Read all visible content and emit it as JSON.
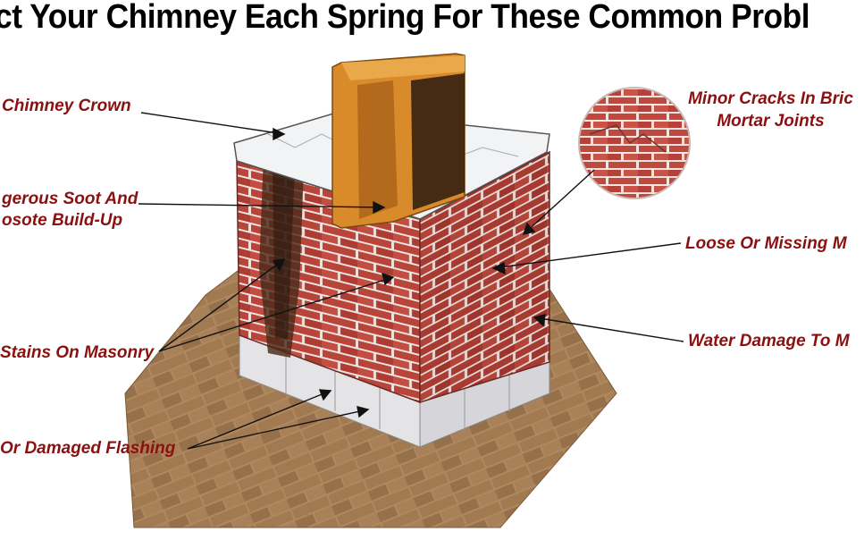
{
  "title": "ct Your Chimney Each Spring For These Common Probl",
  "colors": {
    "label": "#8b1010",
    "brick": "#b8443a",
    "mortar": "#efe3e0",
    "flue": "#d98a2a",
    "roof": "#a27a52",
    "soot": "#4a2a18"
  },
  "labels": {
    "crown": "Chimney Crown",
    "soot_line1": "gerous Soot And",
    "soot_line2": "osote Build-Up",
    "stains": "Stains On Masonry",
    "flashing": "Or Damaged Flashing",
    "cracks_line1": "Minor Cracks In Bric",
    "cracks_line2": "Mortar Joints",
    "loose": "Loose Or Missing M",
    "water": "Water Damage To M"
  }
}
